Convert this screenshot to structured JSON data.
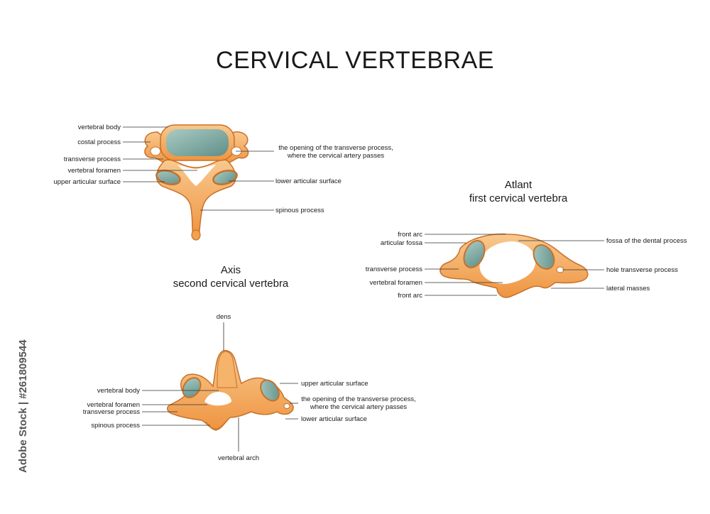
{
  "title": "CERVICAL VERTEBRAE",
  "watermark": "Adobe Stock | #261809544",
  "colors": {
    "bone": "#f3a24e",
    "bone_dark": "#c7712a",
    "bone_light": "#f8c98f",
    "cartilage": "#6f9e96",
    "cartilage_light": "#a9cbc3",
    "line": "#333333"
  },
  "typical": {
    "labels": {
      "vertebral_body": "vertebral body",
      "costal_process": "costal process",
      "transverse_process": "transverse process",
      "vertebral_foramen": "vertebral foramen",
      "upper_articular_surface": "upper articular surface",
      "opening_line1": "the opening of the transverse process,",
      "opening_line2": "where the cervical artery passes",
      "lower_articular_surface": "lower articular surface",
      "spinous_process": "spinous process"
    }
  },
  "atlant": {
    "heading_line1": "Atlant",
    "heading_line2": "first cervical vertebra",
    "labels": {
      "front_arc_top": "front arc",
      "articular_fossa": "articular fossa",
      "transverse_process": "transverse process",
      "vertebral_foramen": "vertebral foramen",
      "front_arc_bottom": "front arc",
      "fossa_dental": "fossa of the dental process",
      "hole_transverse": "hole transverse process",
      "lateral_masses": "lateral masses"
    }
  },
  "axis": {
    "heading_line1": "Axis",
    "heading_line2": "second cervical vertebra",
    "labels": {
      "dens": "dens",
      "vertebral_body": "vertebral body",
      "vertebral_foramen": "vertebral foramen",
      "transverse_process": "transverse process",
      "spinous_process": "spinous process",
      "upper_articular_surface": "upper articular surface",
      "opening_line1": "the opening of the transverse process,",
      "opening_line2": "where the cervical artery passes",
      "lower_articular_surface": "lower articular surface",
      "vertebral_arch": "vertebral arch"
    }
  }
}
